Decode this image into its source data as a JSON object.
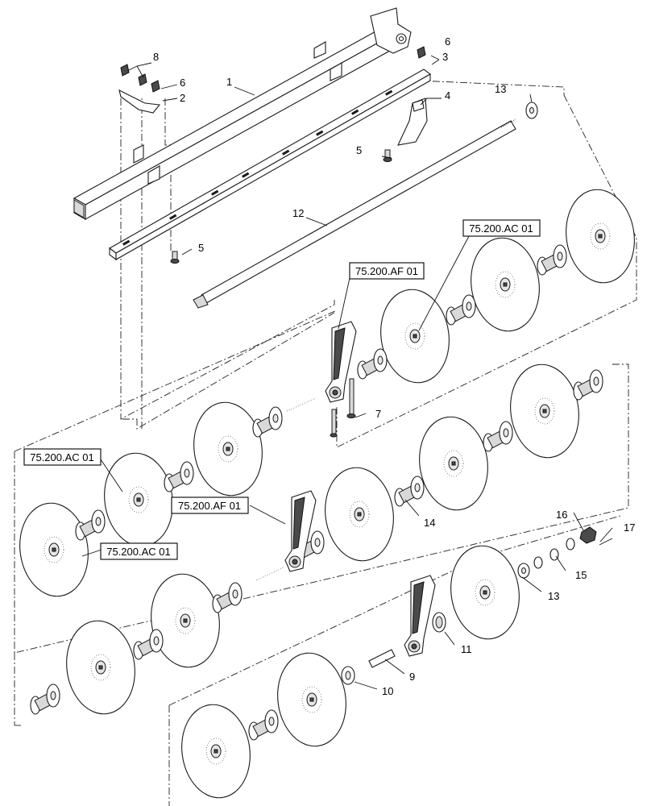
{
  "callouts": [
    {
      "id": "1",
      "text": "1"
    },
    {
      "id": "2",
      "text": "2"
    },
    {
      "id": "3",
      "text": "3"
    },
    {
      "id": "4",
      "text": "4"
    },
    {
      "id": "5a",
      "text": "5"
    },
    {
      "id": "5b",
      "text": "5"
    },
    {
      "id": "6a",
      "text": "6"
    },
    {
      "id": "6b",
      "text": "6"
    },
    {
      "id": "7",
      "text": "7"
    },
    {
      "id": "8",
      "text": "8"
    },
    {
      "id": "9",
      "text": "9"
    },
    {
      "id": "10",
      "text": "10"
    },
    {
      "id": "11",
      "text": "11"
    },
    {
      "id": "12",
      "text": "12"
    },
    {
      "id": "13a",
      "text": "13"
    },
    {
      "id": "13b",
      "text": "13"
    },
    {
      "id": "14",
      "text": "14"
    },
    {
      "id": "15",
      "text": "15"
    },
    {
      "id": "16",
      "text": "16"
    },
    {
      "id": "17",
      "text": "17"
    }
  ],
  "references": [
    {
      "id": "ac1",
      "text": "75.200.AC 01"
    },
    {
      "id": "af1",
      "text": "75.200.AF 01"
    },
    {
      "id": "ac2",
      "text": "75.200.AC 01"
    },
    {
      "id": "af2",
      "text": "75.200.AF 01"
    },
    {
      "id": "ac3",
      "text": "75.200.AC 01"
    }
  ]
}
